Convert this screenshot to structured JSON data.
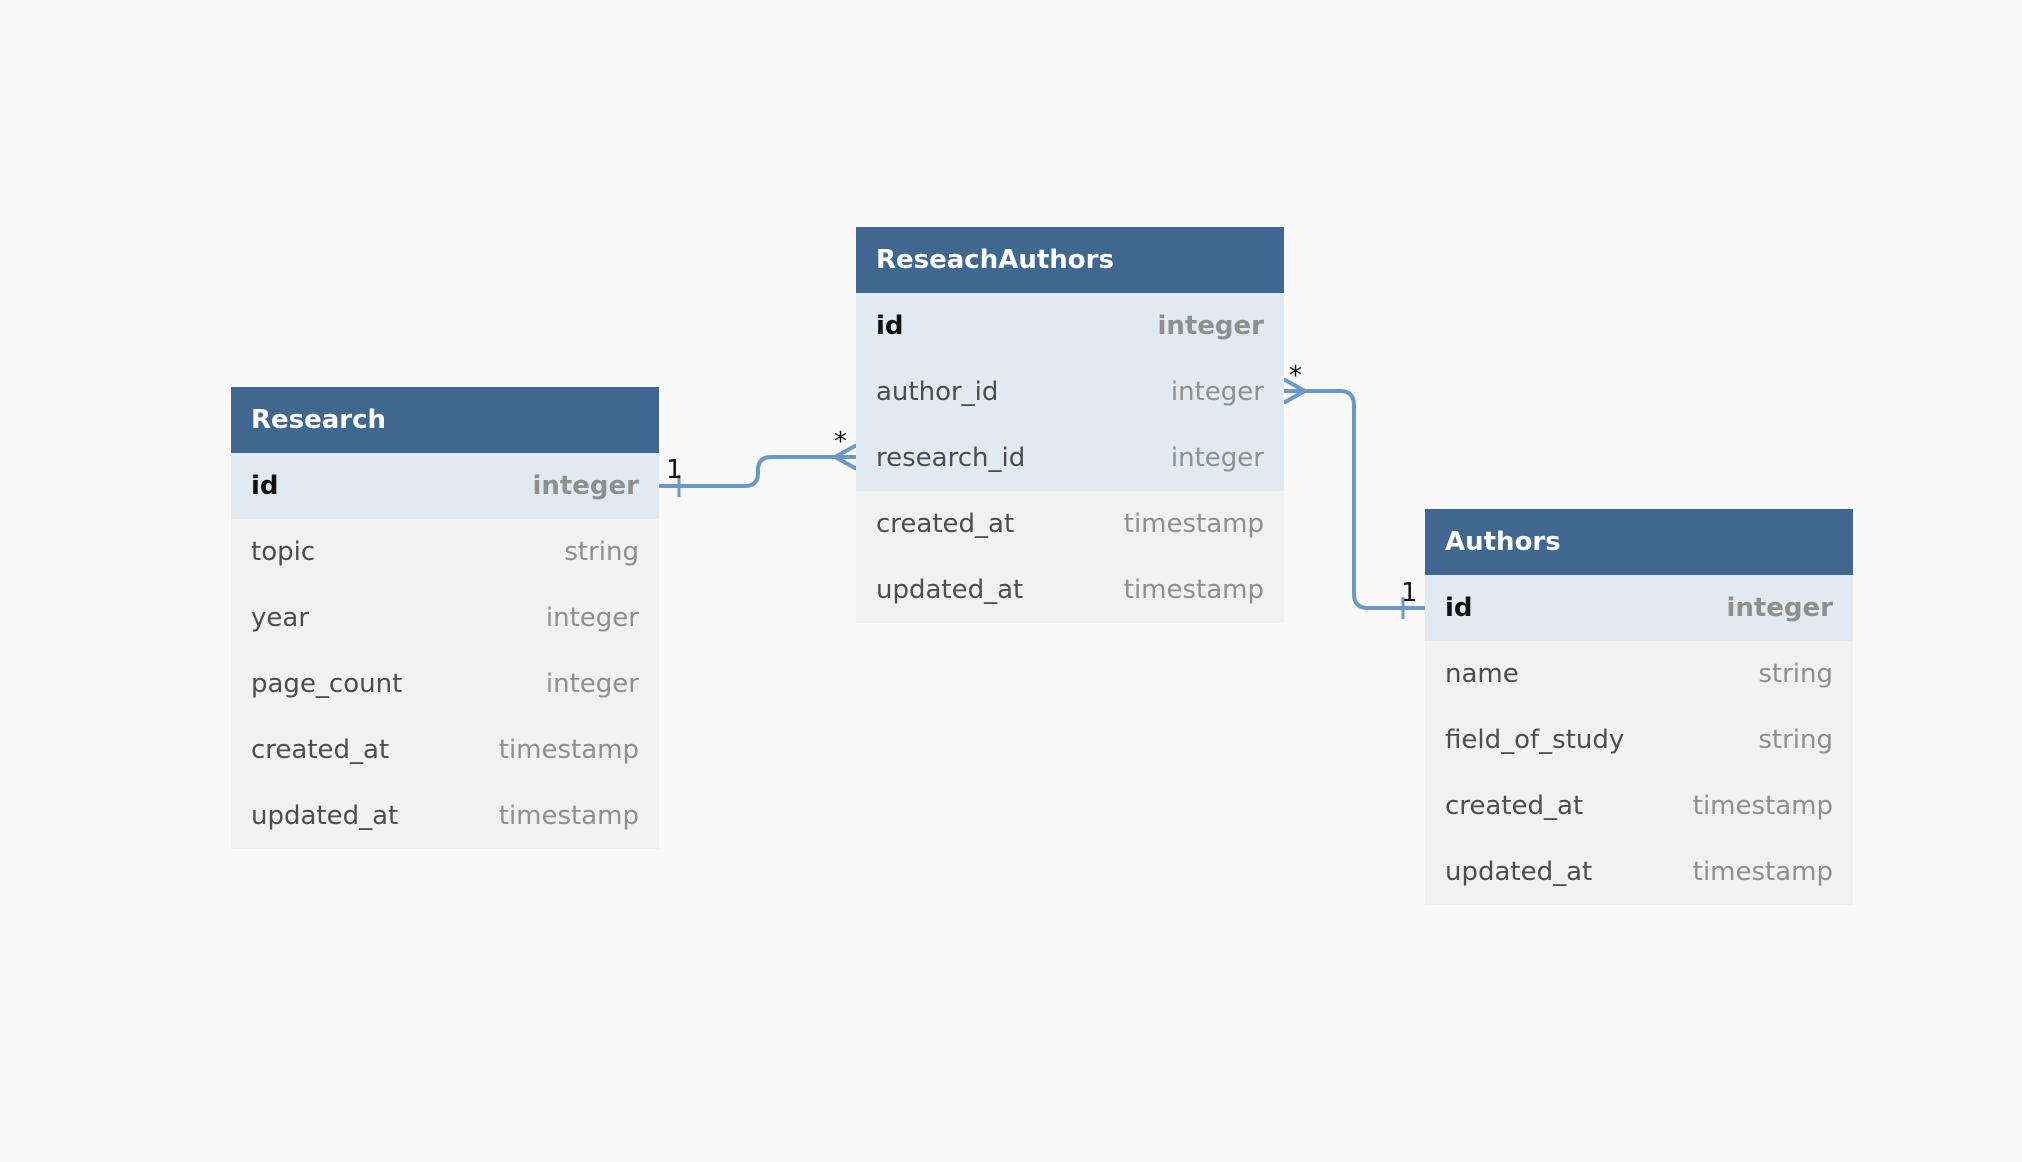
{
  "colors": {
    "background": "#f9f9f9",
    "header": "#406790",
    "link": "#6c98c8",
    "row": "#f1f1f1",
    "row_ref": "#e2eaf1"
  },
  "entities": [
    {
      "name": "Research",
      "fields": [
        {
          "name": "id",
          "type": "integer",
          "pk": true,
          "ref": true
        },
        {
          "name": "topic",
          "type": "string"
        },
        {
          "name": "year",
          "type": "integer"
        },
        {
          "name": "page_count",
          "type": "integer"
        },
        {
          "name": "created_at",
          "type": "timestamp"
        },
        {
          "name": "updated_at",
          "type": "timestamp"
        }
      ]
    },
    {
      "name": "ReseachAuthors",
      "fields": [
        {
          "name": "id",
          "type": "integer",
          "pk": true,
          "ref": true
        },
        {
          "name": "author_id",
          "type": "integer",
          "ref": true
        },
        {
          "name": "research_id",
          "type": "integer",
          "ref": true
        },
        {
          "name": "created_at",
          "type": "timestamp"
        },
        {
          "name": "updated_at",
          "type": "timestamp"
        }
      ]
    },
    {
      "name": "Authors",
      "fields": [
        {
          "name": "id",
          "type": "integer",
          "pk": true,
          "ref": true
        },
        {
          "name": "name",
          "type": "string"
        },
        {
          "name": "field_of_study",
          "type": "string"
        },
        {
          "name": "created_at",
          "type": "timestamp"
        },
        {
          "name": "updated_at",
          "type": "timestamp"
        }
      ]
    }
  ],
  "relationships": [
    {
      "from": "Research.id",
      "to": "ReseachAuthors.research_id",
      "from_cardinality": "1",
      "to_cardinality": "*"
    },
    {
      "from": "Authors.id",
      "to": "ReseachAuthors.author_id",
      "from_cardinality": "1",
      "to_cardinality": "*"
    }
  ]
}
